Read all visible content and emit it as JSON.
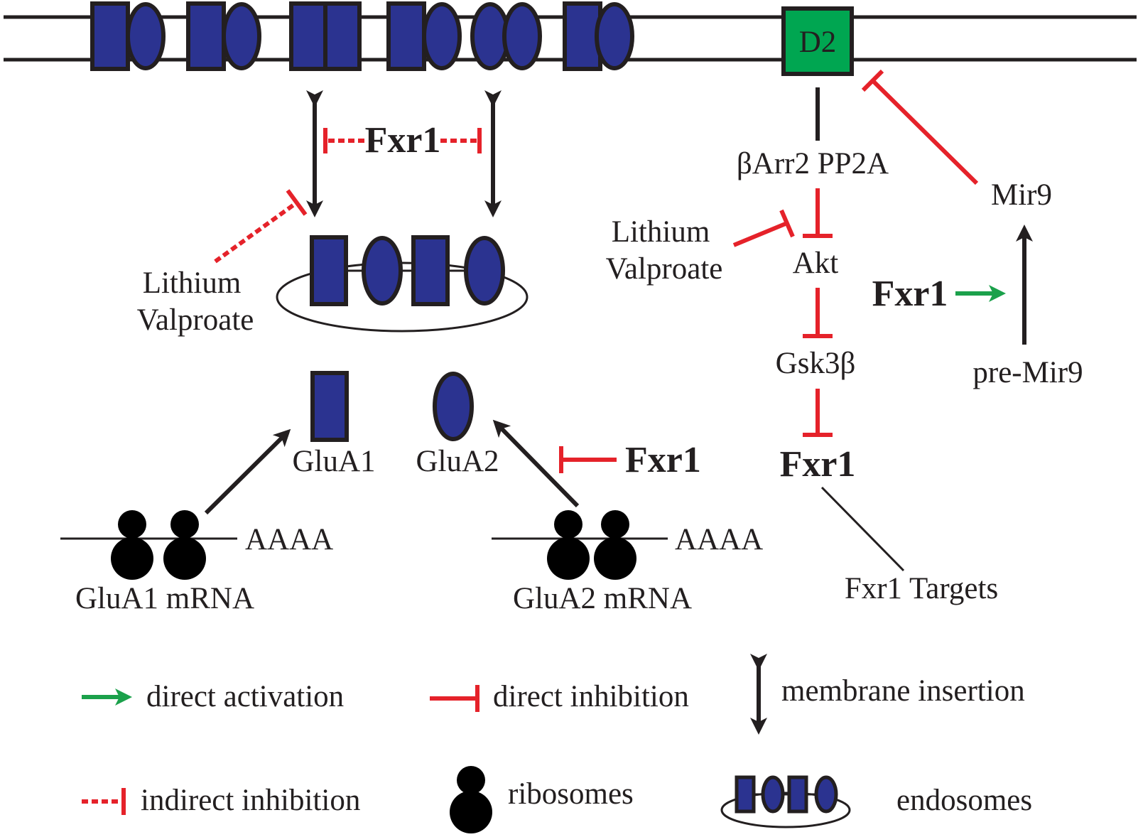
{
  "colors": {
    "subunit_fill": "#2b3390",
    "receptor_d2": "#00a651",
    "inhibition": "#e5222a",
    "activation": "#1ba14b",
    "line": "#231f20"
  },
  "membrane": {
    "receptor_label": "D2"
  },
  "left_pathway": {
    "fxr1_top": "Fxr1",
    "drugs_line1": "Lithium",
    "drugs_line2": "Valproate",
    "glua1_label": "GluA1",
    "glua2_label": "GluA2",
    "fxr1_translation": "Fxr1",
    "mrna_tail_1": "AAAA",
    "mrna_tail_2": "AAAA",
    "glua1_mrna": "GluA1 mRNA",
    "glua2_mrna": "GluA2 mRNA"
  },
  "right_pathway": {
    "complex": "βArr2 PP2A",
    "drugs_line1": "Lithium",
    "drugs_line2": "Valproate",
    "akt": "Akt",
    "gsk": "Gsk3β",
    "fxr1_bottom": "Fxr1",
    "targets": "Fxr1 Targets",
    "mir9": "Mir9",
    "fxr1_mir": "Fxr1",
    "pre_mir9": "pre-Mir9"
  },
  "legend": {
    "direct_activation": "direct activation",
    "direct_inhibition": "direct inhibition",
    "membrane_insertion": "membrane insertion",
    "indirect_inhibition": "indirect inhibition",
    "ribosomes": "ribosomes",
    "endosomes": "endosomes"
  }
}
